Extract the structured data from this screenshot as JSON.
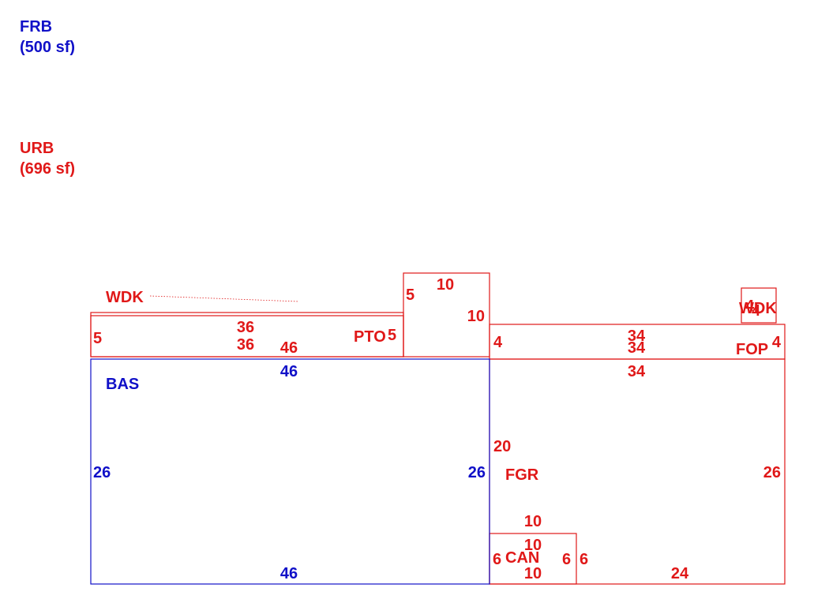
{
  "colors": {
    "finished": "#1010c8",
    "unfinished": "#e01818"
  },
  "legend": {
    "frb": {
      "code": "FRB",
      "area": "(500 sf)"
    },
    "urb": {
      "code": "URB",
      "area": "(696 sf)"
    }
  },
  "areas": {
    "bas": {
      "label": "BAS",
      "top": "46",
      "bottom": "46",
      "left": "26",
      "right": "26"
    },
    "fgr": {
      "label": "FGR",
      "top": "34",
      "left": "20",
      "right": "26",
      "bottom": "24"
    },
    "can": {
      "label": "CAN",
      "top_outer": "10",
      "top_inner": "10",
      "bottom": "10",
      "left": "6",
      "right_inner": "6",
      "right_outer": "6"
    },
    "pto": {
      "label": "PTO",
      "top_a": "36",
      "top_b": "36",
      "left": "5",
      "right": "5",
      "bottom": "46"
    },
    "wdk_main": {
      "label": "WDK",
      "top": "10",
      "left": "5",
      "right": "10"
    },
    "fop": {
      "label": "FOP",
      "top_a": "34",
      "top_b": "34",
      "left": "4",
      "right": "4"
    },
    "wdk_small": {
      "label": "WDK",
      "left": "4",
      "right": "4"
    }
  }
}
